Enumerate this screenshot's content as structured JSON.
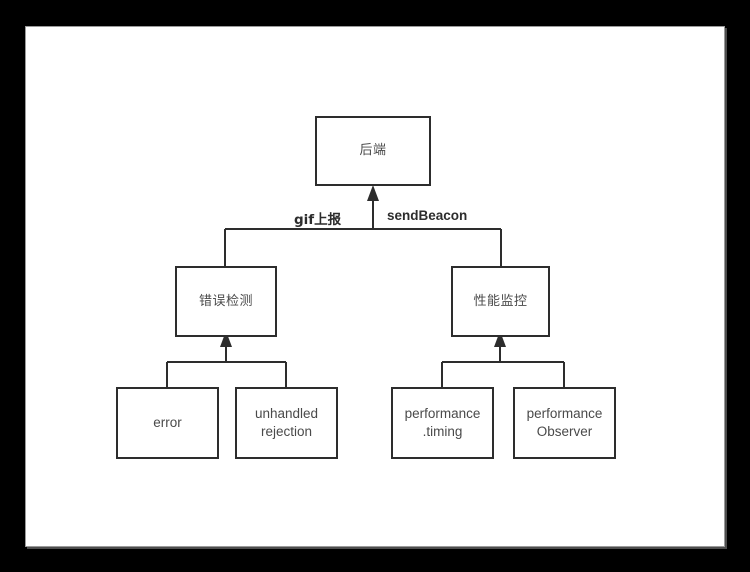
{
  "diagram": {
    "type": "tree",
    "title": "",
    "nodes": {
      "backend": {
        "label": "后端"
      },
      "error_detection": {
        "label": "错误检测"
      },
      "perf_monitoring": {
        "label": "性能监控"
      },
      "error": {
        "label": "error"
      },
      "unhandled_rejection": {
        "label": "unhandled\nrejection"
      },
      "performance_timing": {
        "label": "performance\n.timing"
      },
      "performance_observer": {
        "label": "performance\nObserver"
      }
    },
    "edge_labels": {
      "gif": "gif上报",
      "send_beacon": "sendBeacon"
    },
    "edges": [
      {
        "from": "error_detection",
        "to": "backend",
        "label": "gif上报"
      },
      {
        "from": "perf_monitoring",
        "to": "backend",
        "label": "sendBeacon"
      },
      {
        "from": "error",
        "to": "error_detection",
        "label": ""
      },
      {
        "from": "unhandled_rejection",
        "to": "error_detection",
        "label": ""
      },
      {
        "from": "performance_timing",
        "to": "perf_monitoring",
        "label": ""
      },
      {
        "from": "performance_observer",
        "to": "perf_monitoring",
        "label": ""
      }
    ],
    "colors": {
      "canvas_background": "#ffffff",
      "page_background": "#000000",
      "node_border": "#2d2d2d",
      "node_text": "#4a4a4a",
      "edge_stroke": "#2d2d2d",
      "edge_label_text": "#2d2d2d",
      "canvas_frame": "#9a9a9a"
    }
  }
}
